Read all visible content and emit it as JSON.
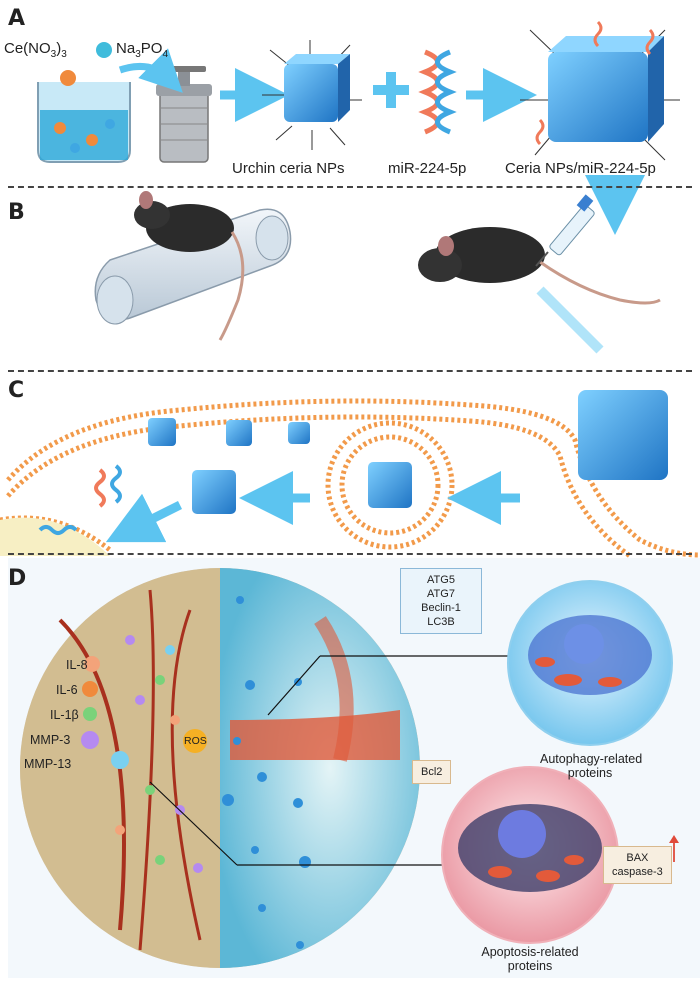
{
  "panels": {
    "a": "A",
    "b": "B",
    "c": "C",
    "d": "D"
  },
  "panel_a": {
    "reagent_1": "Ce(NO",
    "reagent_1_sub": "3",
    "reagent_1_close": ")",
    "reagent_1_sub2": "3",
    "reagent_2": "Na",
    "reagent_2_sub": "3",
    "reagent_2_mid": "PO",
    "reagent_2_sub2": "4",
    "label_urchin": "Urchin ceria NPs",
    "label_mirna": "miR-224-5p",
    "label_complex": "Ceria NPs/miR-224-5p"
  },
  "panel_d": {
    "cytokines": [
      "IL-8",
      "IL-6",
      "IL-1β",
      "MMP-3",
      "MMP-13"
    ],
    "ros": "ROS",
    "autophagy_markers": [
      "ATG5",
      "ATG7",
      "Beclin-1",
      "LC3B"
    ],
    "autophagy_caption_1": "Autophagy-related",
    "autophagy_caption_2": "proteins",
    "bcl2": "Bcl2",
    "bax_markers": [
      "BAX",
      "caspase-3"
    ],
    "apoptosis_caption_1": "Apoptosis-related",
    "apoptosis_caption_2": "proteins"
  },
  "colors": {
    "arrow_blue": "#5cc4f0",
    "nanoparticle_blue": "#2f8fd8",
    "membrane_orange": "#f29a4a",
    "up_arrow": "#3aa0e0",
    "down_arrow": "#e04a3a"
  }
}
